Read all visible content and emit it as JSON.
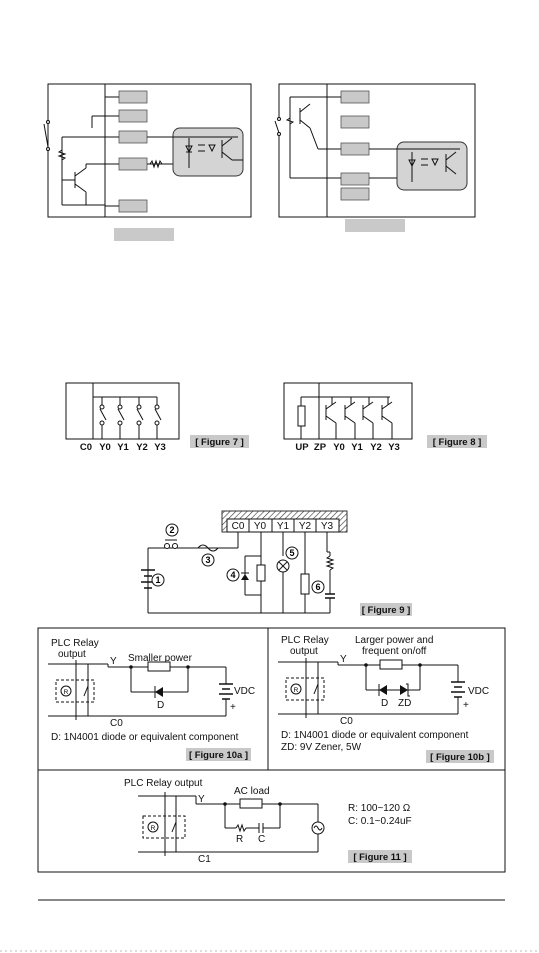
{
  "figure7": {
    "terminals": [
      "C0",
      "Y0",
      "Y1",
      "Y2",
      "Y3"
    ],
    "caption": "[ Figure 7 ]"
  },
  "figure8": {
    "terminals": [
      "UP",
      "ZP",
      "Y0",
      "Y1",
      "Y2",
      "Y3"
    ],
    "caption": "[ Figure 8 ]"
  },
  "figure9": {
    "terminals": [
      "C0",
      "Y0",
      "Y1",
      "Y2",
      "Y3"
    ],
    "markers": [
      "1",
      "2",
      "3",
      "4",
      "5",
      "6"
    ],
    "caption": "[ Figure 9 ]"
  },
  "figure10a": {
    "title": "PLC Relay\noutput",
    "title_line1": "PLC Relay",
    "title_line2": "output",
    "power_label": "Smaller power",
    "y_label": "Y",
    "c_label": "C0",
    "diode_label": "D",
    "vdc_label": "VDC",
    "note1": "D: 1N4001 diode or equivalent component",
    "caption": "[ Figure 10a ]"
  },
  "figure10b": {
    "title_line1": "PLC Relay",
    "title_line2": "output",
    "power_line1": "Larger power and",
    "power_line2": "frequent on/off",
    "y_label": "Y",
    "c_label": "C0",
    "diode_label": "D",
    "zener_label": "ZD",
    "vdc_label": "VDC",
    "note1": "D: 1N4001 diode or equivalent component",
    "note2": "ZD: 9V Zener, 5W",
    "caption": "[ Figure 10b ]"
  },
  "figure11": {
    "title": "PLC Relay output",
    "y_label": "Y",
    "c_label": "C1",
    "load_label": "AC load",
    "r_label": "R",
    "c_comp_label": "C",
    "spec_r": "R: 100~120 Ω",
    "spec_c": "C: 0.1~0.24uF",
    "caption": "[ Figure 11 ]"
  },
  "relay_symbol": "R"
}
